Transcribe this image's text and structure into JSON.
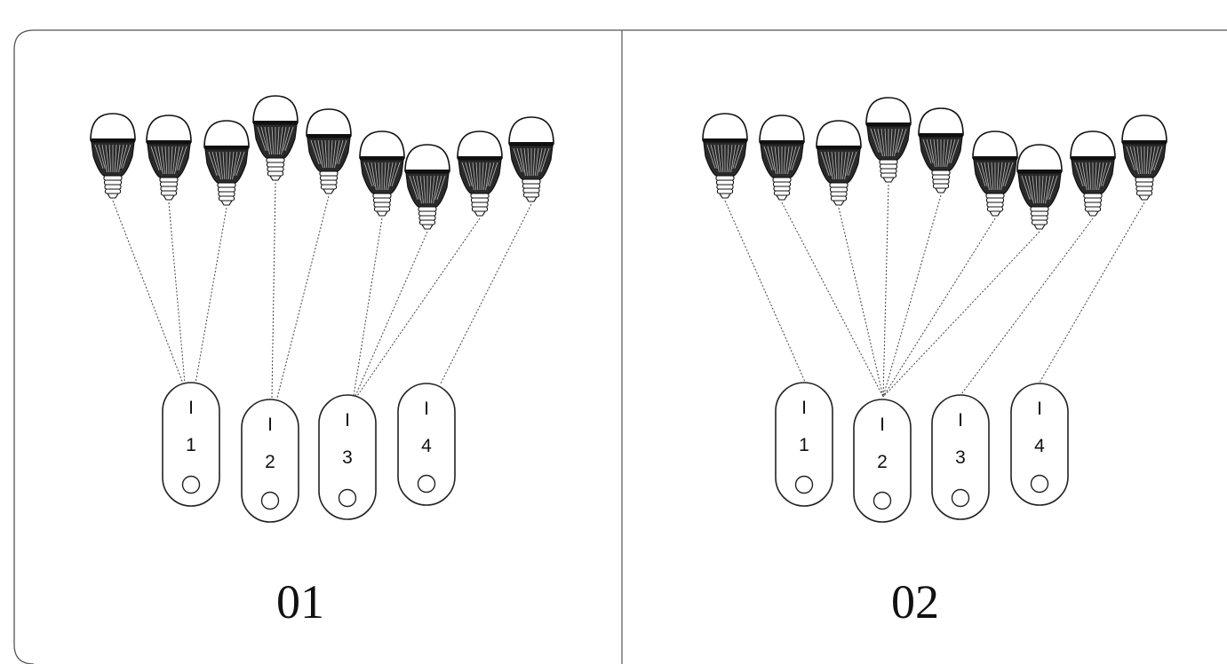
{
  "panels": [
    {
      "label": "01",
      "switches": [
        {
          "number": "1",
          "mark": "I"
        },
        {
          "number": "2",
          "mark": "I"
        },
        {
          "number": "3",
          "mark": "I"
        },
        {
          "number": "4",
          "mark": "I"
        }
      ],
      "bulb_groups": [
        0,
        0,
        0,
        1,
        1,
        2,
        2,
        2,
        3
      ]
    },
    {
      "label": "02",
      "switches": [
        {
          "number": "1",
          "mark": "I"
        },
        {
          "number": "2",
          "mark": "I"
        },
        {
          "number": "3",
          "mark": "I"
        },
        {
          "number": "4",
          "mark": "I"
        }
      ],
      "bulb_groups": [
        0,
        1,
        1,
        1,
        1,
        1,
        1,
        2,
        3
      ]
    }
  ]
}
